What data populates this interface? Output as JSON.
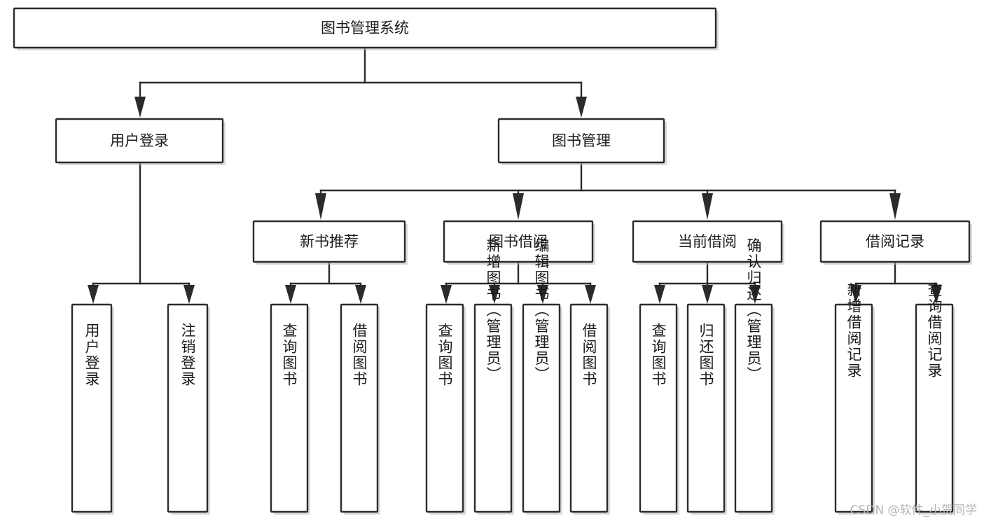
{
  "diagram": {
    "type": "tree-hierarchy",
    "title": "图书管理系统",
    "watermark": "CSDN @软件_小贺同学",
    "colors": {
      "stroke": "#2b2b2b",
      "fill": "#ffffff",
      "text": "#1a1a1a",
      "watermark": "#b4b4b4",
      "background": "#ffffff"
    },
    "nodes": {
      "root": {
        "label": "图书管理系统",
        "level": 1,
        "orientation": "horizontal"
      },
      "level2": [
        {
          "id": "user-login",
          "label": "用户登录",
          "orientation": "horizontal"
        },
        {
          "id": "book-management",
          "label": "图书管理",
          "orientation": "horizontal"
        }
      ],
      "level3": [
        {
          "id": "new-book-recommend",
          "label": "新书推荐",
          "orientation": "horizontal",
          "parent": "book-management"
        },
        {
          "id": "book-borrow",
          "label": "图书借阅",
          "orientation": "horizontal",
          "parent": "book-management"
        },
        {
          "id": "current-borrow",
          "label": "当前借阅",
          "orientation": "horizontal",
          "parent": "book-management"
        },
        {
          "id": "borrow-record",
          "label": "借阅记录",
          "orientation": "horizontal",
          "parent": "book-management"
        }
      ],
      "leaves": [
        {
          "id": "leaf-user-login",
          "label": "用户登录",
          "orientation": "vertical",
          "parent": "user-login"
        },
        {
          "id": "leaf-user-logout",
          "label": "注销登录",
          "orientation": "vertical",
          "parent": "user-login"
        },
        {
          "id": "leaf-query-book-1",
          "label": "查询图书",
          "orientation": "vertical",
          "parent": "new-book-recommend"
        },
        {
          "id": "leaf-borrow-book-1",
          "label": "借阅图书",
          "orientation": "vertical",
          "parent": "new-book-recommend"
        },
        {
          "id": "leaf-query-book-2",
          "label": "查询图书",
          "orientation": "vertical",
          "parent": "book-borrow"
        },
        {
          "id": "leaf-add-book",
          "label": "新增图书（管理员）",
          "orientation": "vertical",
          "parent": "book-borrow"
        },
        {
          "id": "leaf-edit-book",
          "label": "编辑图书（管理员）",
          "orientation": "vertical",
          "parent": "book-borrow"
        },
        {
          "id": "leaf-borrow-book-2",
          "label": "借阅图书",
          "orientation": "vertical",
          "parent": "book-borrow"
        },
        {
          "id": "leaf-query-book-3",
          "label": "查询图书",
          "orientation": "vertical",
          "parent": "current-borrow"
        },
        {
          "id": "leaf-return-book",
          "label": "归还图书",
          "orientation": "vertical",
          "parent": "current-borrow"
        },
        {
          "id": "leaf-confirm-return",
          "label": "确认归还（管理员）",
          "orientation": "vertical",
          "parent": "current-borrow"
        },
        {
          "id": "leaf-add-record",
          "label": "新增借阅记录",
          "orientation": "vertical",
          "parent": "borrow-record"
        },
        {
          "id": "leaf-query-record",
          "label": "查询借阅记录",
          "orientation": "vertical",
          "parent": "borrow-record"
        }
      ]
    }
  }
}
